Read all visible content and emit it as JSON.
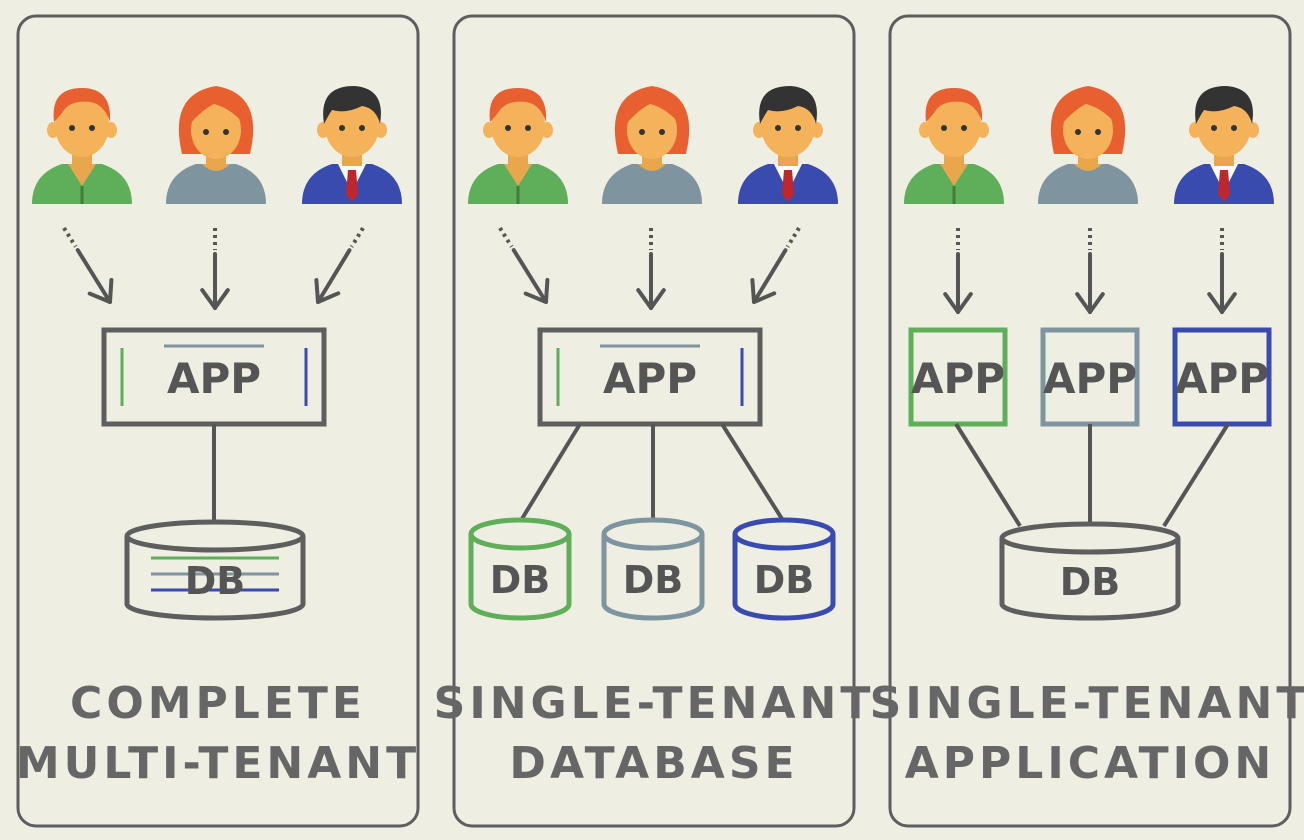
{
  "colors": {
    "background": "#efeee3",
    "panel_border": "#5e5e5e",
    "connector": "#555555",
    "tenant_green": "#5fae5a",
    "tenant_gray": "#7e949e",
    "tenant_blue": "#3a4bb0",
    "hair_orange": "#e8602f",
    "hair_dark": "#333333",
    "skin": "#f4b35a"
  },
  "users": [
    {
      "icon": "man-green-shirt-icon",
      "shirt": "green"
    },
    {
      "icon": "woman-gray-shirt-icon",
      "shirt": "gray"
    },
    {
      "icon": "businessman-blue-suit-icon",
      "shirt": "blue"
    }
  ],
  "panels": [
    {
      "title_lines": [
        "COMPLETE",
        "MULTI-TENANT"
      ],
      "apps": [
        "APP"
      ],
      "dbs": [
        "DB"
      ]
    },
    {
      "title_lines": [
        "SINGLE-TENANT",
        "DATABASE"
      ],
      "apps": [
        "APP"
      ],
      "dbs": [
        "DB",
        "DB",
        "DB"
      ]
    },
    {
      "title_lines": [
        "SINGLE-TENANT",
        "APPLICATION"
      ],
      "apps": [
        "APP",
        "APP",
        "APP"
      ],
      "dbs": [
        "DB"
      ]
    }
  ]
}
